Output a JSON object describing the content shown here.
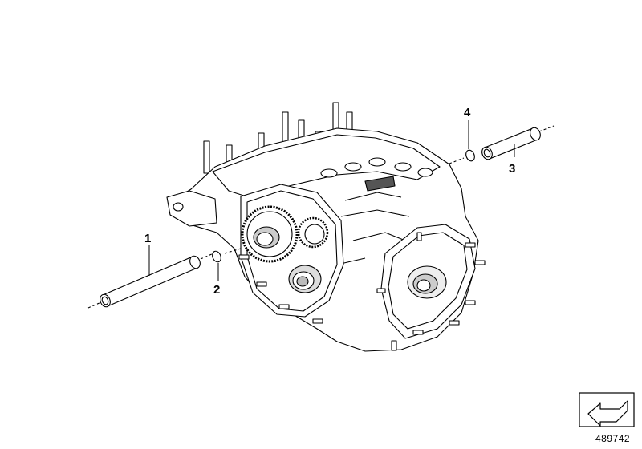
{
  "diagram": {
    "callouts": [
      {
        "id": "1",
        "label": "1"
      },
      {
        "id": "2",
        "label": "2"
      },
      {
        "id": "3",
        "label": "3"
      },
      {
        "id": "4",
        "label": "4"
      }
    ],
    "reference_number": "489742",
    "icons": [
      "crankcase-drawing",
      "dowel-sleeve-icon",
      "o-ring-icon",
      "catalog-arrow-icon"
    ]
  }
}
